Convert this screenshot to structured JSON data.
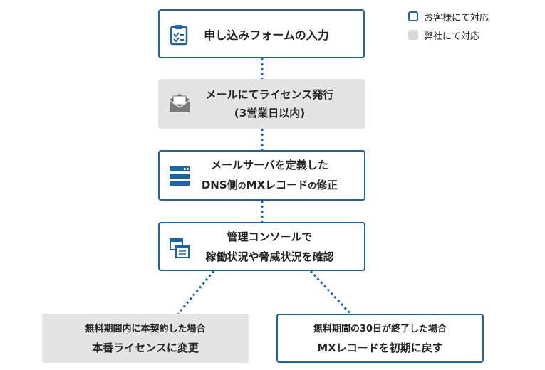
{
  "legend": {
    "customer": "お客様にて対応",
    "company": "弊社にて対応"
  },
  "steps": {
    "form": {
      "line1": "申し込みフォームの入力",
      "icon": "clipboard-check-icon",
      "handled_by": "customer"
    },
    "license": {
      "line1": "メールにてライセンス発行",
      "line2": "(3営業日以内)",
      "icon": "envelope-icon",
      "handled_by": "company"
    },
    "dns": {
      "line1": "メールサーバを定義した",
      "line2_a": "DNS側",
      "line2_b": "の",
      "line2_c": "MXレコード",
      "line2_d": "の",
      "line2_e": "修正",
      "icon": "server-icon",
      "handled_by": "customer"
    },
    "console": {
      "line1": "管理コンソールで",
      "line2": "稼働状況や脅威状況を確認",
      "icon": "browser-windows-icon",
      "handled_by": "customer"
    }
  },
  "outcomes": {
    "contract": {
      "line1": "無料期間内に本契約した場合",
      "line2": "本番ライセンスに変更",
      "handled_by": "company"
    },
    "expire": {
      "line1": "無料期間の30日が終了した場合",
      "line2": "MXレコードを初期に戻す",
      "handled_by": "customer"
    }
  },
  "colors": {
    "customer_border": "#1a64ad",
    "company_fill": "#e4e4e4",
    "connector": "#1a64ad"
  }
}
